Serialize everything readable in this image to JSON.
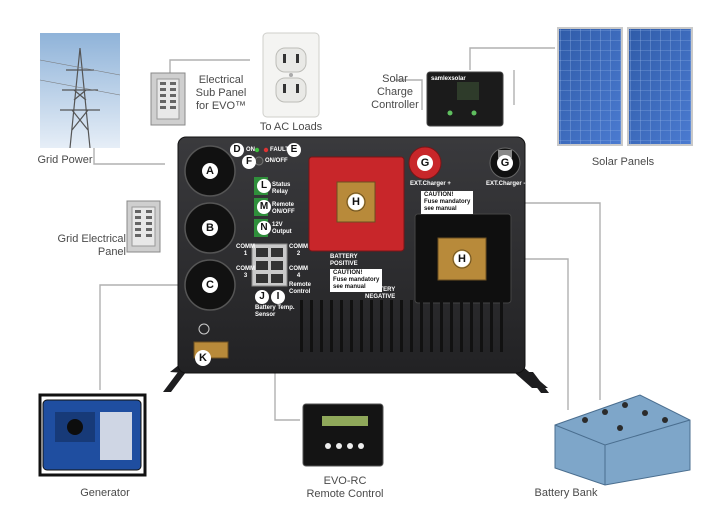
{
  "labels": {
    "grid_power": "Grid Power",
    "sub_panel": "Electrical\nSub Panel\nfor EVO™",
    "ac_loads": "To AC Loads",
    "solar_controller": "Solar\nCharge\nController",
    "solar_panels": "Solar Panels",
    "grid_panel": "Grid Electrical\nPanel",
    "generator": "Generator",
    "remote": "EVO-RC\nRemote Control",
    "battery_bank": "Battery Bank"
  },
  "inverter": {
    "letters": [
      "A",
      "B",
      "C",
      "D",
      "E",
      "F",
      "G",
      "G",
      "H",
      "H",
      "I",
      "J",
      "K",
      "L",
      "M",
      "N"
    ],
    "on": "ON",
    "fault": "FAULT",
    "on_off": "ON/OFF",
    "status_relay": "Status\nRelay",
    "remote_on_off": "Remote\nON/OFF",
    "output_12v": "12V\nOutput",
    "comm1": "COMM\n1",
    "comm2": "COMM\n2",
    "comm3": "COMM\n3",
    "comm4": "COMM\n4",
    "remote_control": "Remote\nControl",
    "battery_temp": "Battery Temp.\nSensor",
    "ext_charger_pos": "EXT.Charger +",
    "ext_charger_neg": "EXT.Charger -",
    "caution": "CAUTION!\nFuse mandatory\nsee manual",
    "battery_positive": "BATTERY\nPOSITIVE",
    "battery_negative": "BATTERY\nNEGATIVE",
    "brand": "samlexsolar"
  },
  "colors": {
    "inverter_body": "#2b2b2e",
    "terminal_red": "#c8262a",
    "wire": "#b0b0b0",
    "label": "#4a4a4a"
  }
}
